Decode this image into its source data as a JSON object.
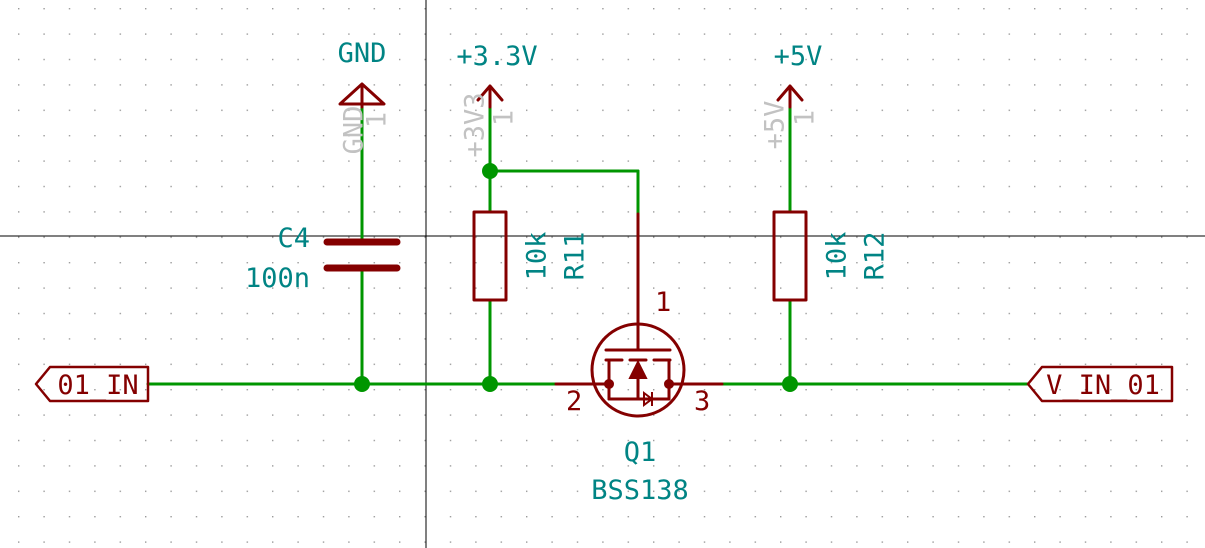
{
  "power": {
    "gnd_label": "GND",
    "v33_label": "+3.3V",
    "v5_label": "+5V",
    "gnd_ref": "GND",
    "v33_ref": "+3V3",
    "v5_ref": "+5V",
    "pin1": "1"
  },
  "capacitor": {
    "ref": "C4",
    "value": "100n"
  },
  "r11": {
    "value": "10k",
    "ref": "R11"
  },
  "r12": {
    "value": "10k",
    "ref": "R12"
  },
  "q1": {
    "ref": "Q1",
    "value": "BSS138",
    "pin_gate": "1",
    "pin_source": "2",
    "pin_drain": "3"
  },
  "labels": {
    "left": "01_IN",
    "right": "V_IN_01"
  },
  "colors": {
    "wire": "#009600",
    "symbol": "#840000",
    "text": "#008484",
    "ref_gray": "#c2c2c2",
    "grid_dot": "#9a9a9a"
  }
}
